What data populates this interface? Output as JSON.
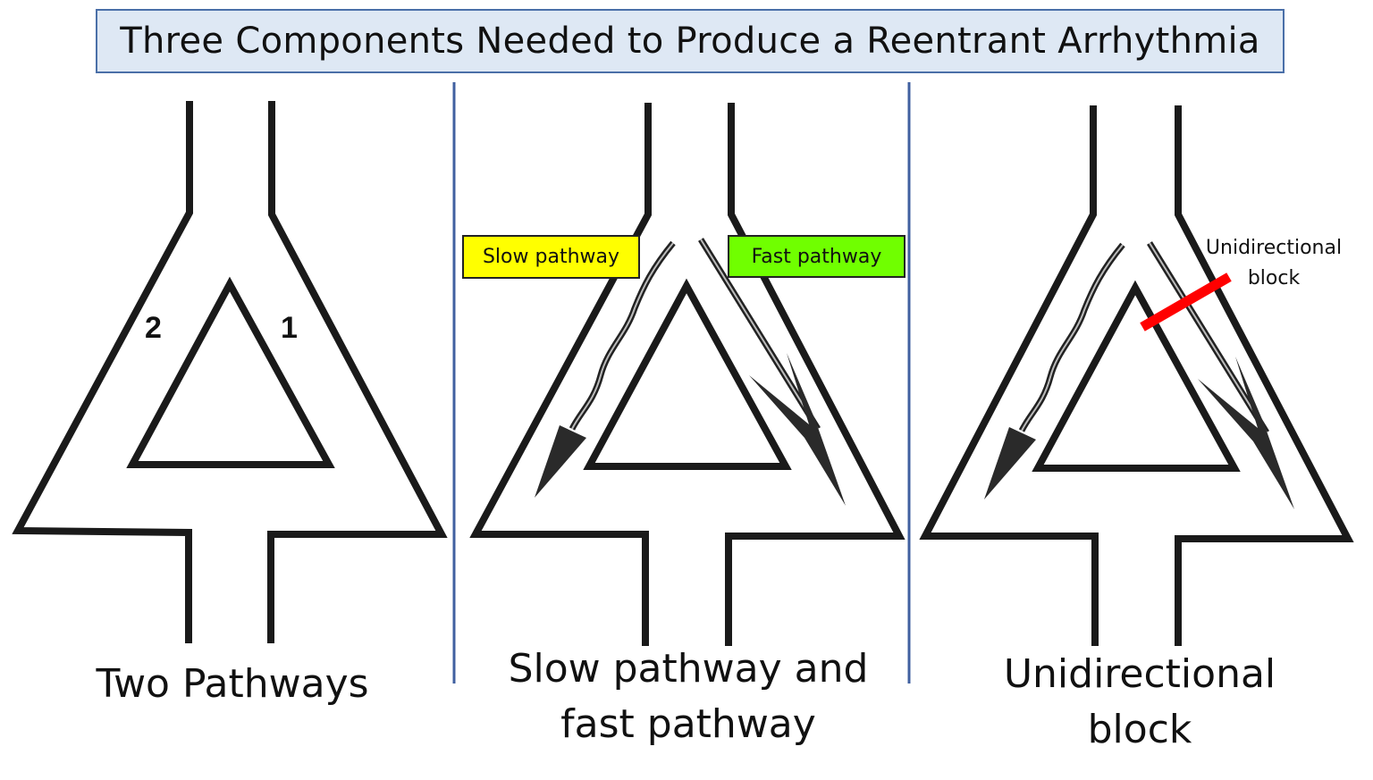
{
  "title": "Three Components Needed to Produce a Reentrant Arrhythmia",
  "colors": {
    "title_bg": "#dee8f4",
    "title_border": "#4a6fa8",
    "divider": "#4060a0",
    "line": "#1a1a1a",
    "slow_tag_bg": "#ffff00",
    "fast_tag_bg": "#70ff00",
    "block_bar": "#ff0000"
  },
  "panels": [
    {
      "caption": "Two Pathways",
      "path_labels": [
        "2",
        "1"
      ]
    },
    {
      "caption_line1": "Slow pathway and",
      "caption_line2": "fast pathway",
      "slow_tag": "Slow pathway",
      "fast_tag": "Fast pathway"
    },
    {
      "caption_line1": "Unidirectional",
      "caption_line2": "block",
      "annotation_line1": "Unidirectional",
      "annotation_line2": "block"
    }
  ]
}
